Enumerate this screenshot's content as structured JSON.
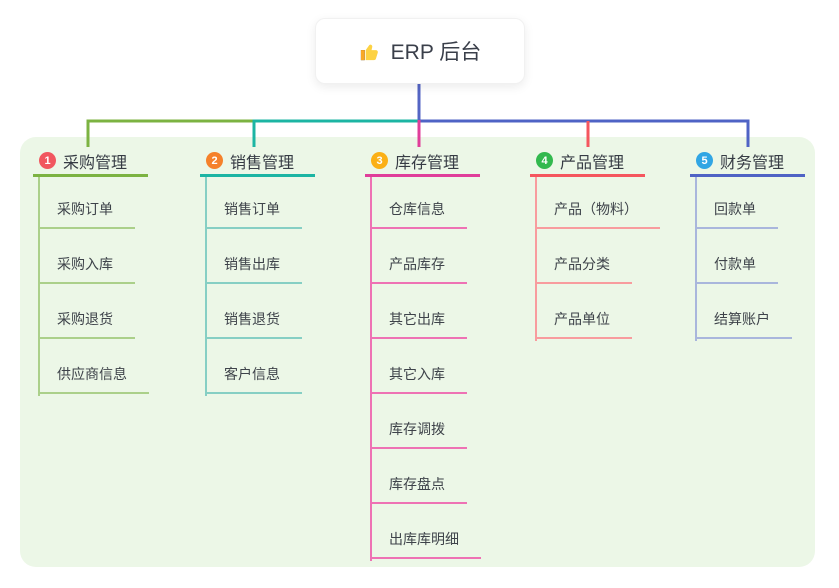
{
  "root": {
    "label": "ERP 后台",
    "icon": "thumbs-up",
    "stem_color": "#5465c4"
  },
  "panel": {
    "background": "#ecf7e7"
  },
  "branches": [
    {
      "index": "1",
      "label": "采购管理",
      "badge_color": "#f1575f",
      "line_color": "#7cb342",
      "child_line_color": "#abd08a",
      "children": [
        "采购订单",
        "采购入库",
        "采购退货",
        "供应商信息"
      ]
    },
    {
      "index": "2",
      "label": "销售管理",
      "badge_color": "#f5812a",
      "line_color": "#1cb5a3",
      "child_line_color": "#86cfc4",
      "children": [
        "销售订单",
        "销售出库",
        "销售退货",
        "客户信息"
      ]
    },
    {
      "index": "3",
      "label": "库存管理",
      "badge_color": "#fbb016",
      "line_color": "#e03e9a",
      "child_line_color": "#ee72b4",
      "children": [
        "仓库信息",
        "产品库存",
        "其它出库",
        "其它入库",
        "库存调拨",
        "库存盘点",
        "出库库明细"
      ]
    },
    {
      "index": "4",
      "label": "产品管理",
      "badge_color": "#32b94e",
      "line_color": "#f5565e",
      "child_line_color": "#f89c9e",
      "children": [
        "产品（物料）",
        "产品分类",
        "产品单位"
      ]
    },
    {
      "index": "5",
      "label": "财务管理",
      "badge_color": "#31a6e4",
      "line_color": "#4f63c5",
      "child_line_color": "#a9b6dc",
      "children": [
        "回款单",
        "付款单",
        "结算账户"
      ]
    }
  ]
}
